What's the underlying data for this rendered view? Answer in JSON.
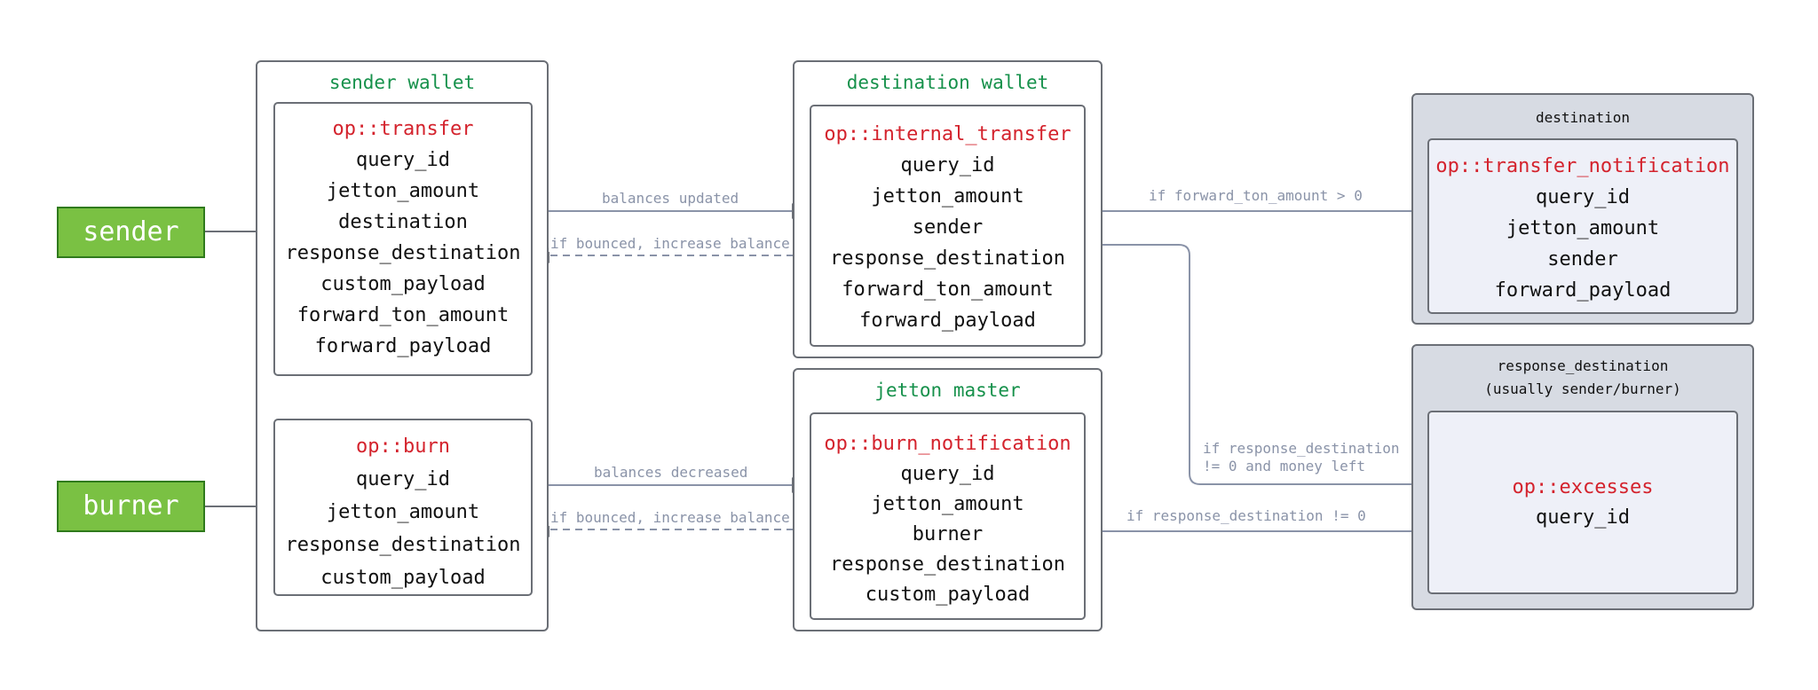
{
  "actors": {
    "sender": "sender",
    "burner": "burner"
  },
  "groups": {
    "sender_wallet": "sender wallet",
    "destination_wallet": "destination wallet",
    "jetton_master": "jetton master",
    "destination": "destination",
    "response_destination_line1": "response_destination",
    "response_destination_line2": "(usually sender/burner)"
  },
  "messages": {
    "transfer": {
      "op": "op::transfer",
      "fields": [
        "query_id",
        "jetton_amount",
        "destination",
        "response_destination",
        "custom_payload",
        "forward_ton_amount",
        "forward_payload"
      ]
    },
    "burn": {
      "op": "op::burn",
      "fields": [
        "query_id",
        "jetton_amount",
        "response_destination",
        "custom_payload"
      ]
    },
    "internal_transfer": {
      "op": "op::internal_transfer",
      "fields": [
        "query_id",
        "jetton_amount",
        "sender",
        "response_destination",
        "forward_ton_amount",
        "forward_payload"
      ]
    },
    "burn_notification": {
      "op": "op::burn_notification",
      "fields": [
        "query_id",
        "jetton_amount",
        "burner",
        "response_destination",
        "custom_payload"
      ]
    },
    "transfer_notification": {
      "op": "op::transfer_notification",
      "fields": [
        "query_id",
        "jetton_amount",
        "sender",
        "forward_payload"
      ]
    },
    "excesses": {
      "op": "op::excesses",
      "fields": [
        "query_id"
      ]
    }
  },
  "edges": {
    "balances_updated": "balances updated",
    "bounce_transfer": "if bounced, increase balance",
    "balances_decreased": "balances decreased",
    "bounce_burn": "if bounced, increase balance",
    "forward_ton": "if forward_ton_amount > 0",
    "resp_money_line1": "if response_destination",
    "resp_money_line2": "!= 0 and money left",
    "resp_not_zero": "if response_destination != 0"
  },
  "colors": {
    "op": "#d4232d",
    "group_title": "#16914b",
    "actor": "#7ac143",
    "edge": "#8a93a8",
    "border": "#6b6f76"
  }
}
